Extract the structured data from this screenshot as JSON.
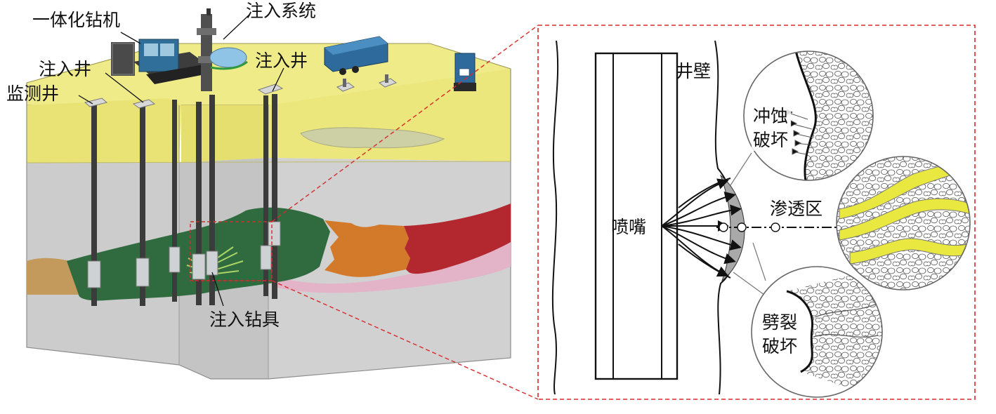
{
  "left_labels": {
    "drill_rig": "一体化钻机",
    "injection_system": "注入系统",
    "injection_well_left": "注入井",
    "injection_well_right": "注入井",
    "monitoring_well": "监测井",
    "injection_drill_tool": "注入钻具"
  },
  "right_labels": {
    "well_wall": "井壁",
    "nozzle": "喷嘴",
    "erosion_damage_line1": "冲蚀",
    "erosion_damage_line2": "破坏",
    "permeation_zone": "渗透区",
    "splitting_damage_line1": "劈裂",
    "splitting_damage_line2": "破坏"
  },
  "colors": {
    "surface_layer": "#ece77e",
    "surface_top": "#eeea84",
    "rock_layer": "#c9c9c9",
    "green_zone": "#2e6a3e",
    "orange_zone": "#d27a2a",
    "red_zone": "#b3282f",
    "pink_zone": "#e3b3c8",
    "tan_zone": "#c49a5c",
    "inset_border": "#d9292a",
    "permeation_yellow": "#e8e840"
  }
}
